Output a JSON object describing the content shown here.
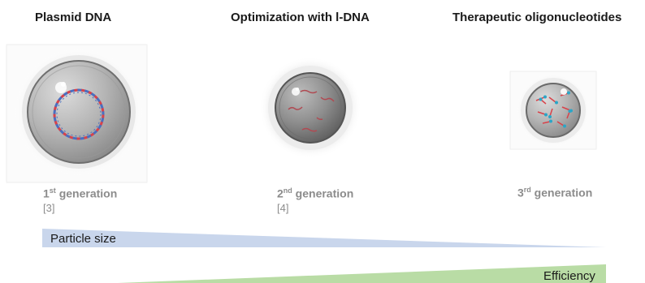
{
  "columns": [
    {
      "title": "Plasmid DNA",
      "generation_num": "1",
      "generation_sup": "st",
      "generation_word": " generation",
      "ref": "[3]"
    },
    {
      "title": "Optimization with l-DNA",
      "generation_num": "2",
      "generation_sup": "nd",
      "generation_word": " generation",
      "ref": "[4]"
    },
    {
      "title": "Therapeutic oligonucleotides",
      "generation_num": "3",
      "generation_sup": "rd",
      "generation_word": " generation",
      "ref": ""
    }
  ],
  "bars": {
    "particle_size": {
      "label": "Particle size",
      "color": "#c9d6ec"
    },
    "efficiency": {
      "label": "Efficiency",
      "color": "#b9dca5"
    }
  },
  "colors": {
    "sphere": "#a9a9a9",
    "dna_red": "#d8424a",
    "dna_blue": "#4a6fc0",
    "oligo_teal": "#2aa6c8"
  }
}
